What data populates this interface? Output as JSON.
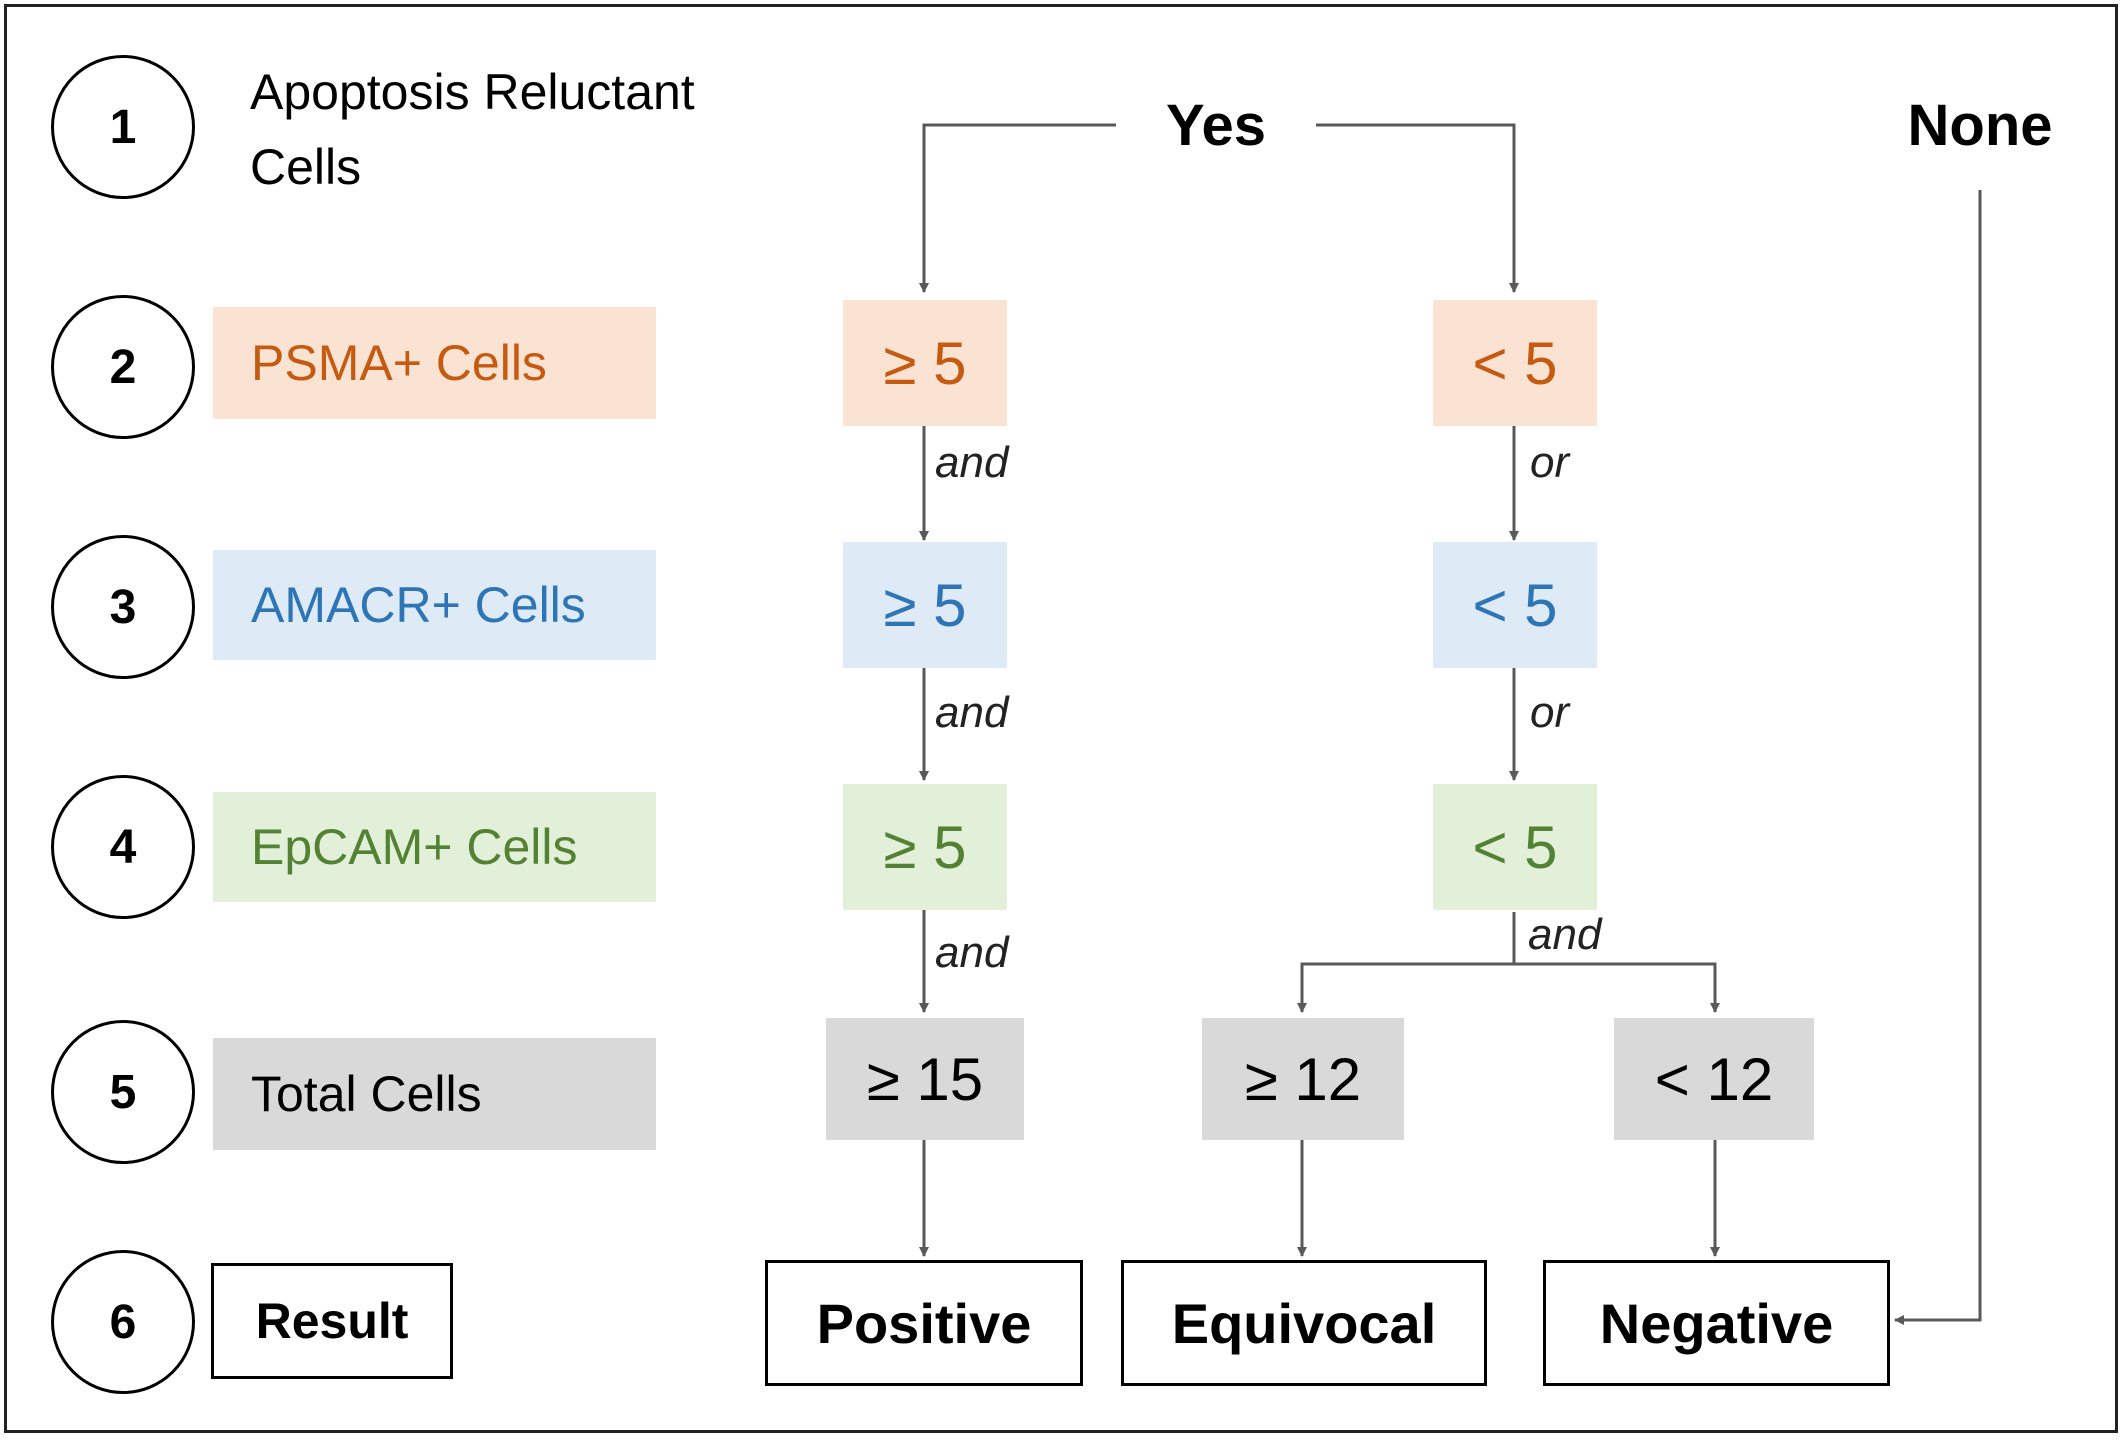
{
  "steps": [
    {
      "number": "1",
      "label": "Apoptosis Reluctant Cells"
    },
    {
      "number": "2",
      "label": "PSMA+ Cells"
    },
    {
      "number": "3",
      "label": "AMACR+ Cells"
    },
    {
      "number": "4",
      "label": "EpCAM+ Cells"
    },
    {
      "number": "5",
      "label": "Total Cells"
    },
    {
      "number": "6",
      "label": "Result"
    }
  ],
  "branches": {
    "yes": "Yes",
    "none": "None"
  },
  "left_path": {
    "psma": "≥ 5",
    "amacr": "≥ 5",
    "epcam": "≥ 5",
    "total": "≥ 15",
    "connectors": [
      "and",
      "and",
      "and"
    ]
  },
  "right_path": {
    "psma": "< 5",
    "amacr": "< 5",
    "epcam": "< 5",
    "connectors": [
      "or",
      "or",
      "and"
    ],
    "total_high": "≥ 12",
    "total_low": "< 12"
  },
  "results": {
    "positive": "Positive",
    "equivocal": "Equivocal",
    "negative": "Negative"
  },
  "colors": {
    "psma_fill": "#fbe3d4",
    "psma_text": "#c55a11",
    "amacr_fill": "#deebf7",
    "amacr_text": "#2e75b6",
    "epcam_fill": "#e2f0d9",
    "epcam_text": "#548235",
    "total_fill": "#d9d9d9",
    "arrow": "#595959"
  }
}
